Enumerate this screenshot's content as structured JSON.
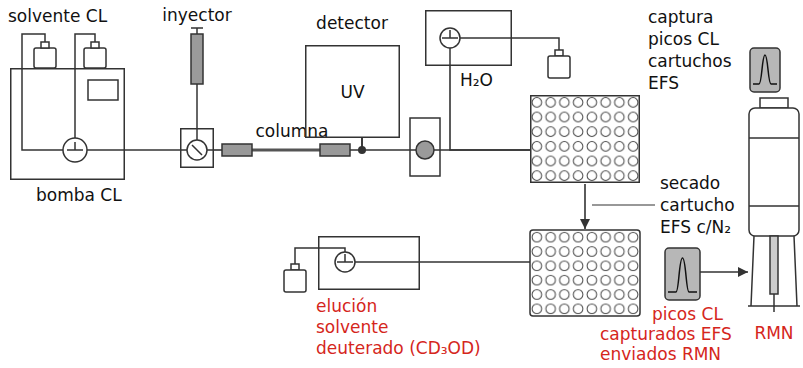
{
  "diagram": {
    "nodes": [
      {
        "text": [
          "bomba CL"
        ]
      },
      {
        "text": [
          "inyector"
        ]
      },
      {
        "text": [
          "columna"
        ]
      },
      {
        "text": [
          "detector",
          "UV"
        ]
      },
      {
        "text": [
          "H₂O"
        ]
      },
      {
        "text": [
          "captura picos CL cartuchos EFS"
        ]
      },
      {
        "text": [
          "elución solvente deuterado (CD₃OD)"
        ]
      },
      {
        "text": [
          "picos CL capturados EFS enviados RMN"
        ]
      },
      {
        "text": [
          "RMN"
        ]
      }
    ],
    "edges": [
      {
        "from": 0,
        "to": 1,
        "arrow": "none"
      },
      {
        "from": 1,
        "to": 2,
        "arrow": "none"
      },
      {
        "from": 2,
        "to": 3,
        "arrow": "none"
      },
      {
        "from": 3,
        "to": 5,
        "arrow": "none"
      },
      {
        "from": 4,
        "to": 5,
        "arrow": "none"
      },
      {
        "from": 7,
        "to": 8,
        "arrow": "to"
      }
    ],
    "labels": [
      "solvente CL",
      "secado cartucho EFS c/N₂"
    ]
  }
}
